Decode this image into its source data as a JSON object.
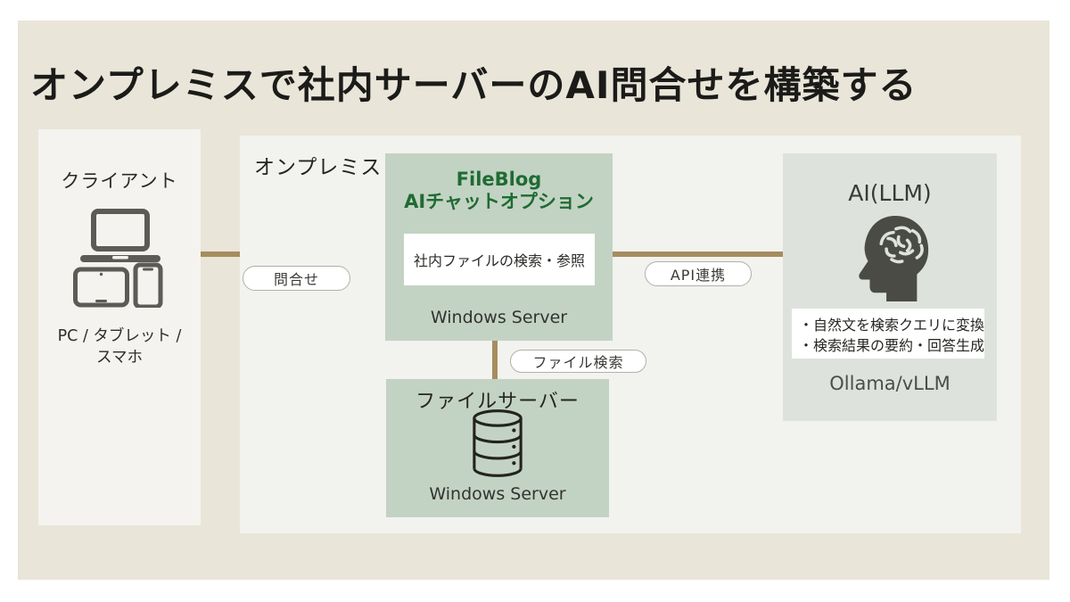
{
  "title": "オンプレミスで社内サーバーのAI問合せを構築する",
  "client": {
    "label": "クライアント",
    "caption_line1": "PC / タブレット /",
    "caption_line2": "スマホ"
  },
  "onprem": {
    "label": "オンプレミス",
    "fileblog": {
      "title_line1": "FileBlog",
      "title_line2": "AIチャットオプション",
      "feature": "社内ファイルの検索・参照",
      "platform": "Windows Server"
    },
    "fileserver": {
      "title": "ファイルサーバー",
      "platform": "Windows Server"
    },
    "ai": {
      "title": "AI(LLM)",
      "features": [
        "・自然文を検索クエリに変換",
        "・検索結果の要約・回答生成"
      ],
      "platform": "Ollama/vLLM"
    }
  },
  "connections": {
    "inquiry": "問合せ",
    "api": "API連携",
    "file_search": "ファイル検索"
  },
  "icons": {
    "client": "laptop-tablet-smartphone-icon",
    "fileserver": "database-icon",
    "ai": "head-with-brain-icon"
  },
  "colors": {
    "background": "#e9e5d8",
    "onprem_panel": "#f2f2ef",
    "client_panel": "#f4f3ef",
    "green_box": "#c3d3c3",
    "ai_box": "#dde3dc",
    "brand_green": "#1f6b33",
    "connector_line": "#a58d5f",
    "icon_gray": "#4b4b46"
  }
}
